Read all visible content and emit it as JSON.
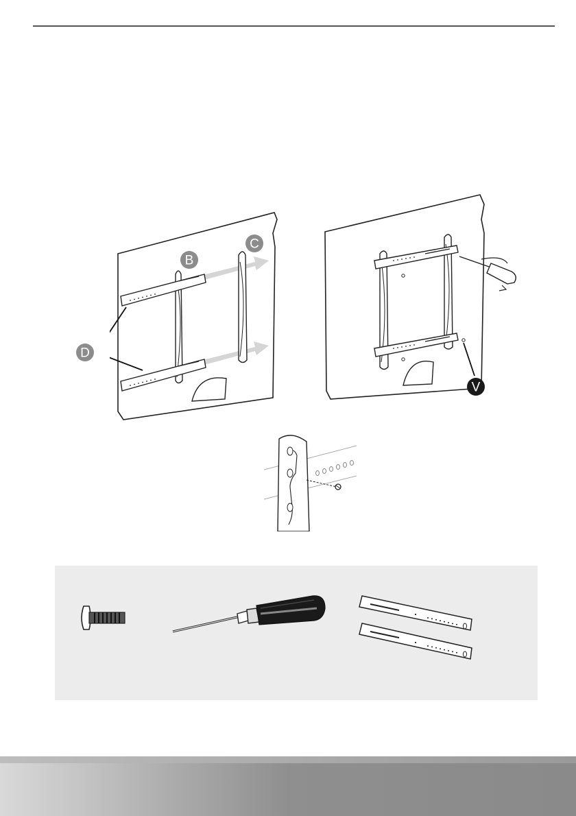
{
  "callouts": {
    "b": "B",
    "c": "C",
    "d": "D",
    "v": "V"
  },
  "colors": {
    "callout_fill": "#8c8c8c",
    "callout_v_fill": "#1a1a1a",
    "arrow_fill": "#d0d0d0",
    "panel_bg": "#ececec"
  },
  "parts": [
    {
      "icon": "screw-icon"
    },
    {
      "icon": "screwdriver-icon"
    },
    {
      "icon": "horizontal-rails-icon"
    }
  ]
}
